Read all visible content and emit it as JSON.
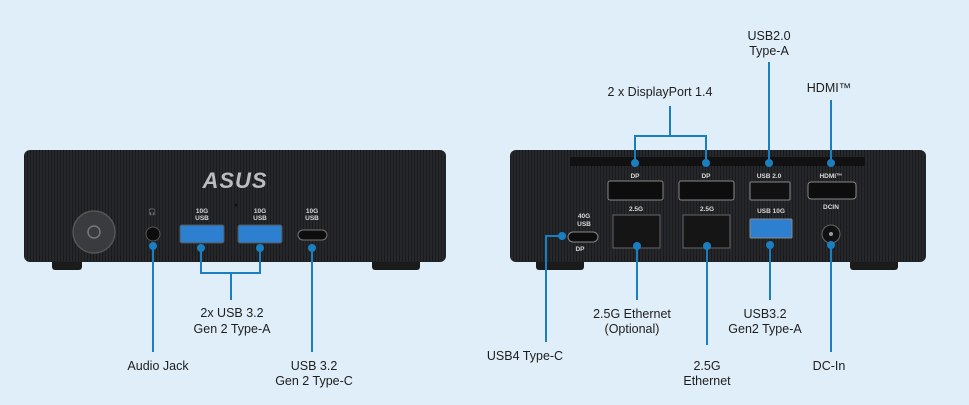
{
  "front": {
    "logo": "ASUS",
    "usb_a_marking": [
      "10G",
      "USB"
    ],
    "usb_c_marking": [
      "10G",
      "USB"
    ],
    "labels": {
      "audio_jack": "Audio Jack",
      "usb_a": [
        "2x USB 3.2",
        "Gen 2 Type-A"
      ],
      "usb_c": [
        "USB 3.2",
        "Gen 2 Type-C"
      ]
    }
  },
  "rear": {
    "markings": {
      "dp": "DP",
      "usb2": "USB 2.0",
      "hdmi": "HDMI™",
      "lan": "2.5G",
      "usb10g": "USB 10G",
      "dcin": "DCIN",
      "usb4_top": [
        "40G",
        "USB"
      ],
      "usb4_bottom": "DP"
    },
    "labels": {
      "displayport": "2 x DisplayPort 1.4",
      "usb2": [
        "USB2.0",
        "Type-A"
      ],
      "hdmi": "HDMI™",
      "ethernet_optional": [
        "2.5G Ethernet",
        "(Optional)"
      ],
      "ethernet": [
        "2.5G",
        "Ethernet"
      ],
      "usb32": [
        "USB3.2",
        "Gen2 Type-A"
      ],
      "dc_in": "DC-In",
      "usb4": "USB4 Type-C"
    }
  },
  "colors": {
    "background": "#e0eef9",
    "callout": "#1a7fc0",
    "chassis": "#232426"
  }
}
